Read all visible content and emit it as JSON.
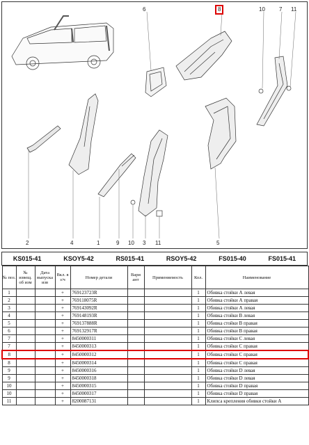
{
  "callouts": {
    "c6": "6",
    "c8": "8",
    "c10t": "10",
    "c7": "7",
    "c11t": "11",
    "c2": "2",
    "c4": "4",
    "c1": "1",
    "c9": "9",
    "c10b": "10",
    "c3": "3",
    "c11b": "11",
    "c5": "5"
  },
  "codes": [
    "KS015-41",
    "KSOY5-42",
    "RS015-41",
    "RSOY5-42",
    "FS015-40",
    "FS015-41"
  ],
  "headers": {
    "pos": "№ поз.",
    "notice": "№ извещ. об изм",
    "date": "Дата выпуска изв",
    "incl": "Вкл. в з/ч",
    "part": "Номер детали",
    "variant": "Вари ант",
    "applicability": "Применяемость",
    "qty": "Кол.",
    "name": "Наименование"
  },
  "rows": [
    {
      "pos": "1",
      "incl": "+",
      "part": "769123723R",
      "qty": "1",
      "name": "Обивка стойки А левая"
    },
    {
      "pos": "2",
      "incl": "+",
      "part": "769118075R",
      "qty": "1",
      "name": "Обивка стойки А правая"
    },
    {
      "pos": "3",
      "incl": "+",
      "part": "769143092R",
      "qty": "1",
      "name": "Обивка стойки А левая"
    },
    {
      "pos": "4",
      "incl": "+",
      "part": "769148193R",
      "qty": "1",
      "name": "Обивка стойки В левая"
    },
    {
      "pos": "5",
      "incl": "+",
      "part": "769137888R",
      "qty": "1",
      "name": "Обивка стойки В правая"
    },
    {
      "pos": "6",
      "incl": "+",
      "part": "769132917R",
      "qty": "1",
      "name": "Обивка стойки В правая"
    },
    {
      "pos": "7",
      "incl": "+",
      "part": "8450000311",
      "qty": "1",
      "name": "Обивка стойки С левая"
    },
    {
      "pos": "7",
      "incl": "+",
      "part": "8450000313",
      "qty": "1",
      "name": "Обивка стойки С правая"
    },
    {
      "pos": "8",
      "incl": "+",
      "part": "8450000312",
      "qty": "1",
      "name": "Обивка стойки С правая"
    },
    {
      "pos": "8",
      "incl": "+",
      "part": "8450000314",
      "qty": "1",
      "name": "Обивка стойки С правая"
    },
    {
      "pos": "9",
      "incl": "+",
      "part": "8450000316",
      "qty": "1",
      "name": "Обивка стойки D левая"
    },
    {
      "pos": "9",
      "incl": "+",
      "part": "8450000318",
      "qty": "1",
      "name": "Обивка стойки D левая"
    },
    {
      "pos": "10",
      "incl": "+",
      "part": "8450000315",
      "qty": "1",
      "name": "Обивка стойки D правая"
    },
    {
      "pos": "10",
      "incl": "+",
      "part": "8450000317",
      "qty": "1",
      "name": "Обивка стойки D правая"
    },
    {
      "pos": "11",
      "incl": "+",
      "part": "8200087131",
      "qty": "1",
      "name": "Клипса крепления обивки стойки А"
    }
  ],
  "highlight_index": 8,
  "colors": {
    "highlight": "#dd0000",
    "line": "#333333"
  }
}
